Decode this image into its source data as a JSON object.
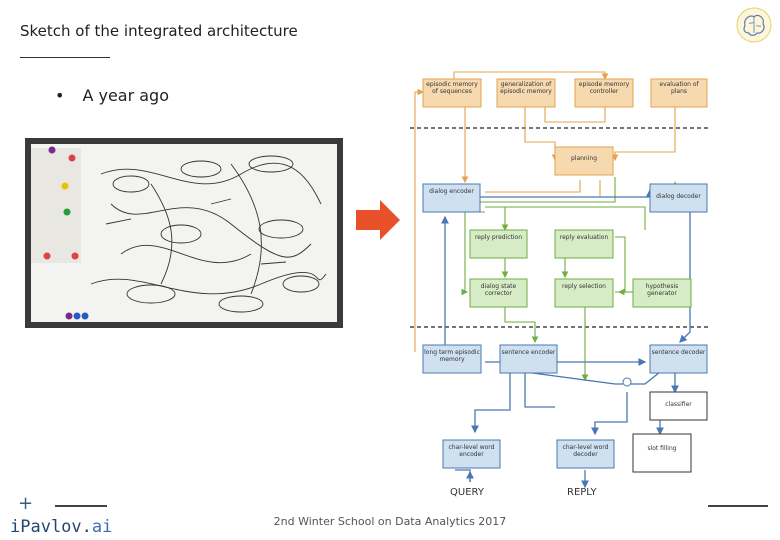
{
  "slide": {
    "title": "Sketch of the integrated architecture",
    "bullet": "A year ago",
    "footer_text": "2nd Winter School on Data Analytics 2017",
    "logo_text_main": "iPavlov.",
    "logo_text_ai": "ai",
    "plus_glyph": "+"
  },
  "diagram": {
    "boxes": {
      "episodic_memory": "episodic memory of sequences",
      "generalization": "generalization of episodic memory",
      "episode_controller": "episode memory controller",
      "evaluation": "evaluation of plans",
      "planning": "planning",
      "dialog_encoder": "dialog encoder",
      "dialog_decoder": "dialog decoder",
      "reply_prediction": "reply prediction",
      "reply_evaluation": "reply evaluation",
      "dialog_state_corrector": "dialog state corrector",
      "reply_selection": "reply selection",
      "hypothesis_generator": "hypothesis generator",
      "long_term_memory": "long term episodic memory",
      "sentence_encoder": "sentence encoder",
      "sentence_decoder": "sentence decoder",
      "classifier": "classifier",
      "slot_filling": "slot filling",
      "char_word_encoder": "char-level word encoder",
      "char_word_decoder": "char-level word decoder"
    },
    "io": {
      "query": "QUERY",
      "reply": "REPLY"
    },
    "colors": {
      "orange": "#f7d9b0",
      "orange_line": "#e3a34d",
      "green": "#d6ecc6",
      "green_line": "#6fae3f",
      "blue": "#cfe0f1",
      "blue_line": "#4a78b0",
      "arrow_red": "#e8502b"
    }
  }
}
